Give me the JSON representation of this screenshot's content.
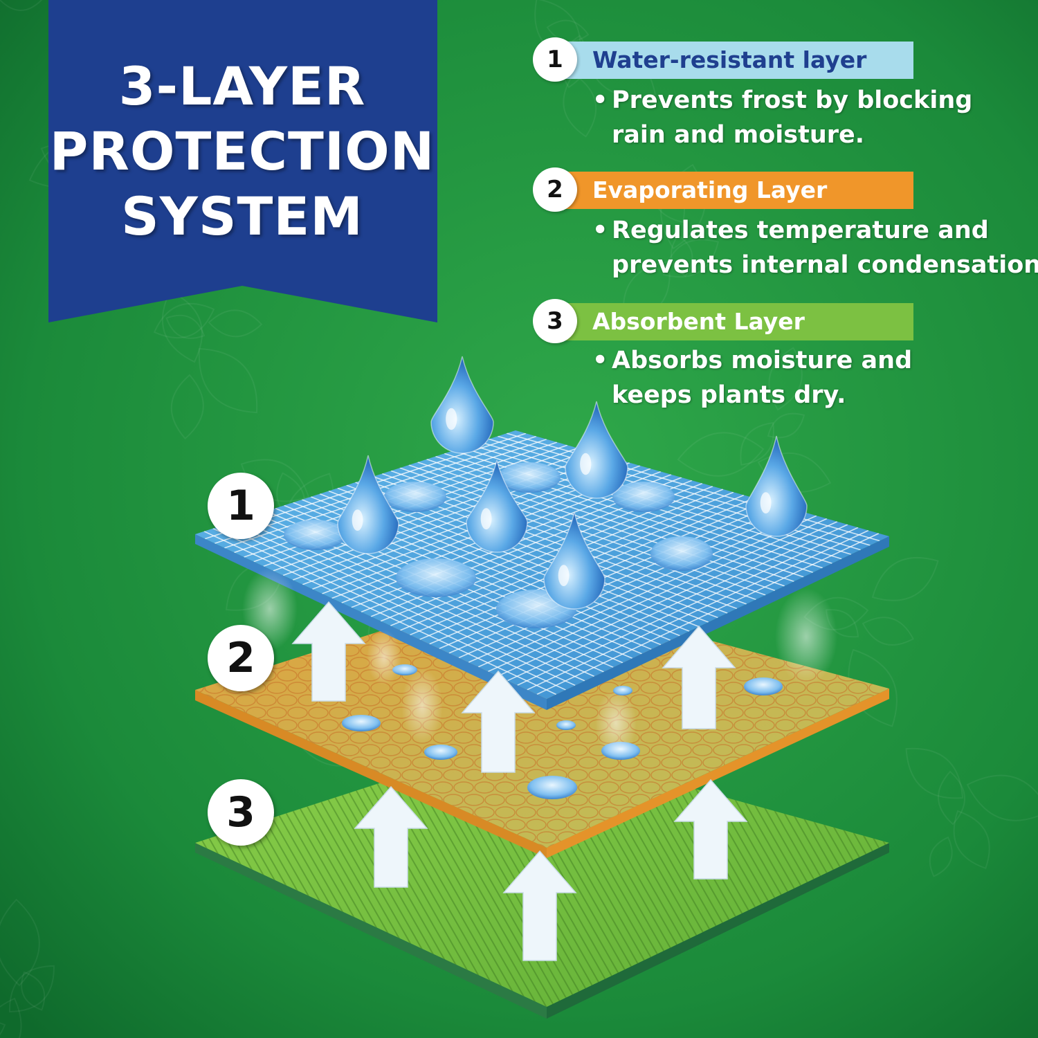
{
  "title_lines": [
    "3-LAYER",
    "PROTECTION",
    "SYSTEM"
  ],
  "layers": [
    {
      "number": "1",
      "title": "Water-resistant layer",
      "bar_color": "#a8dcec",
      "title_color": "#1f3f8f",
      "bullet": "•",
      "desc_lines": [
        "Prevents frost by blocking",
        "rain and moisture."
      ]
    },
    {
      "number": "2",
      "title": "Evaporating Layer",
      "bar_color": "#f0962a",
      "title_color": "#ffffff",
      "bullet": "•",
      "desc_lines": [
        "Regulates temperature and",
        "prevents internal condensation."
      ]
    },
    {
      "number": "3",
      "title": "Absorbent Layer",
      "bar_color": "#7cc142",
      "title_color": "#ffffff",
      "bullet": "•",
      "desc_lines": [
        "Absorbs moisture and",
        "keeps plants dry."
      ]
    }
  ],
  "colors": {
    "background": "#1f8a3c",
    "banner": "#1e3f8f",
    "layer1": "#4f9fd8",
    "layer2": "#d9a445",
    "layer3": "#6fb83e",
    "arrow": "#eef6fb"
  },
  "icons": [
    "water-drop-icon",
    "up-arrow-icon",
    "steam-icon"
  ]
}
